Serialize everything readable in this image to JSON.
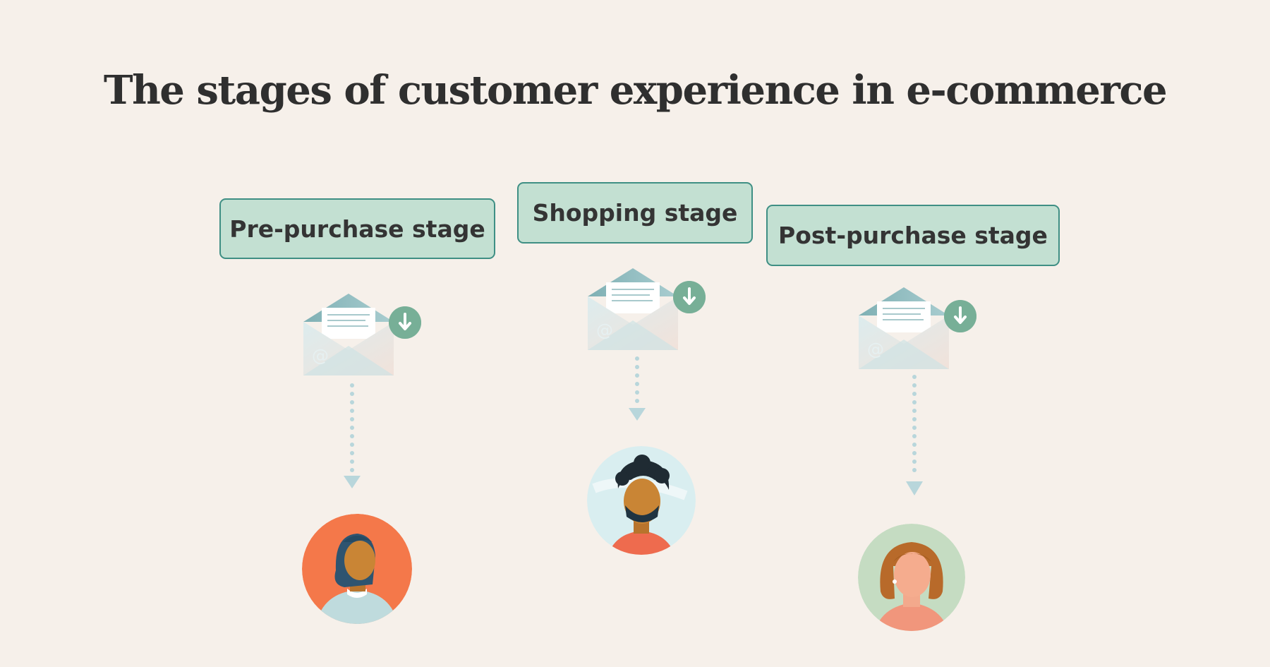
{
  "title": "The stages of customer experience in e-commerce",
  "stages": [
    {
      "label": "Pre-purchase stage",
      "envelope_icon": "email-download-icon",
      "avatar": "customer-avatar",
      "avatar_bg": "#f4784a"
    },
    {
      "label": "Shopping stage",
      "envelope_icon": "email-download-icon",
      "avatar": "customer-avatar",
      "avatar_bg": "#d9eef0"
    },
    {
      "label": "Post-purchase stage",
      "envelope_icon": "email-download-icon",
      "avatar": "customer-avatar",
      "avatar_bg": "#c5dcc2"
    }
  ],
  "colors": {
    "background": "#f6f0ea",
    "label_fill": "#c3e0d2",
    "label_border": "#3f8f84",
    "title_text": "#2f2f2f"
  }
}
